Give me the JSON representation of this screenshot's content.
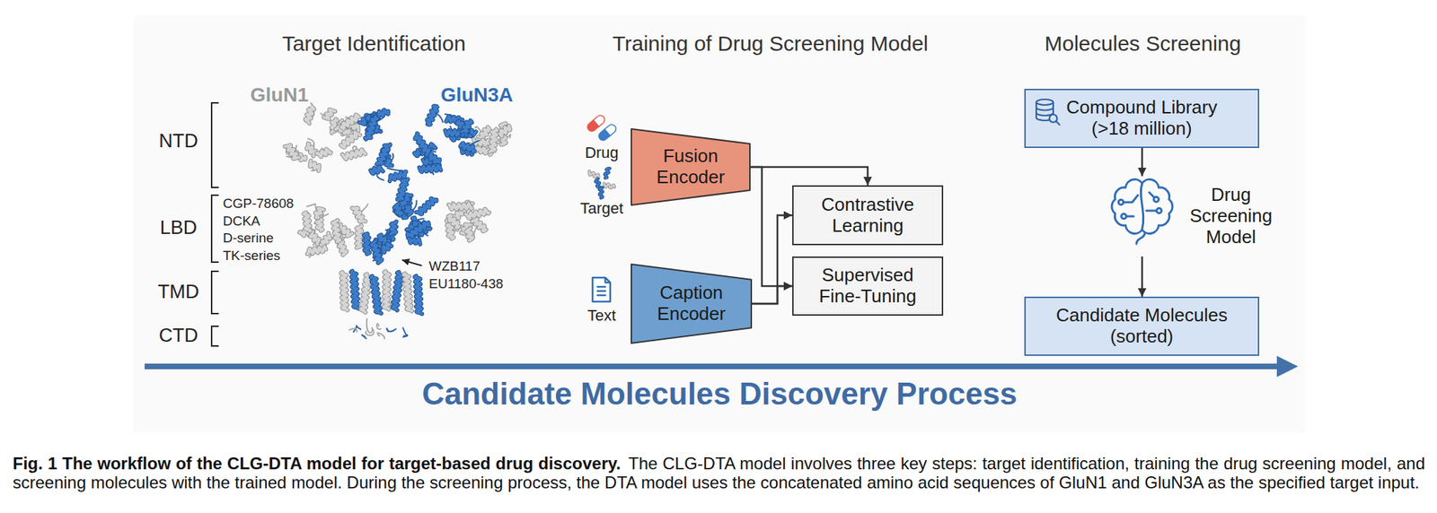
{
  "diagram": {
    "caption": "Fig. 1 The workflow of the CLG-DTA model for target-based drug discovery.",
    "nodes": [
      {
        "text": [
          "Fusion Encoder"
        ]
      },
      {
        "text": [
          "Caption Encoder"
        ]
      },
      {
        "text": [
          "Contrastive Learning"
        ]
      },
      {
        "text": [
          "Supervised Fine-Tuning"
        ]
      },
      {
        "text": [
          "Compound Library",
          "(>18 million)"
        ]
      },
      {
        "text": [
          "Drug Screening Model"
        ]
      },
      {
        "text": [
          "Candidate Molecules",
          "(sorted)"
        ]
      }
    ],
    "edges": [
      {
        "from": 0,
        "to": 2,
        "arrow": "to"
      },
      {
        "from": 0,
        "to": 3,
        "arrow": "to"
      },
      {
        "from": 1,
        "to": 2,
        "arrow": "to"
      },
      {
        "from": 1,
        "to": 3,
        "arrow": "to"
      },
      {
        "from": 4,
        "to": 5,
        "arrow": "to"
      },
      {
        "from": 5,
        "to": 6,
        "arrow": "to"
      }
    ],
    "labels": [
      "Target Identification",
      "Training of Drug Screening Model",
      "Molecules Screening",
      "GluN1",
      "GluN3A",
      "NTD",
      "LBD",
      "TMD",
      "CTD",
      "CGP-78608",
      "DCKA",
      "D-serine",
      "TK-series",
      "WZB117",
      "EU1180-438",
      "Drug",
      "Target",
      "Text",
      "Candidate Molecules Discovery Process",
      "The CLG-DTA model involves three key steps: target identification, training the drug screening model, and screening molecules with the trained model. During the screening process, the DTA model uses the concatenated amino acid sequences of GluN1 and GluN3A as the specified target input."
    ]
  }
}
